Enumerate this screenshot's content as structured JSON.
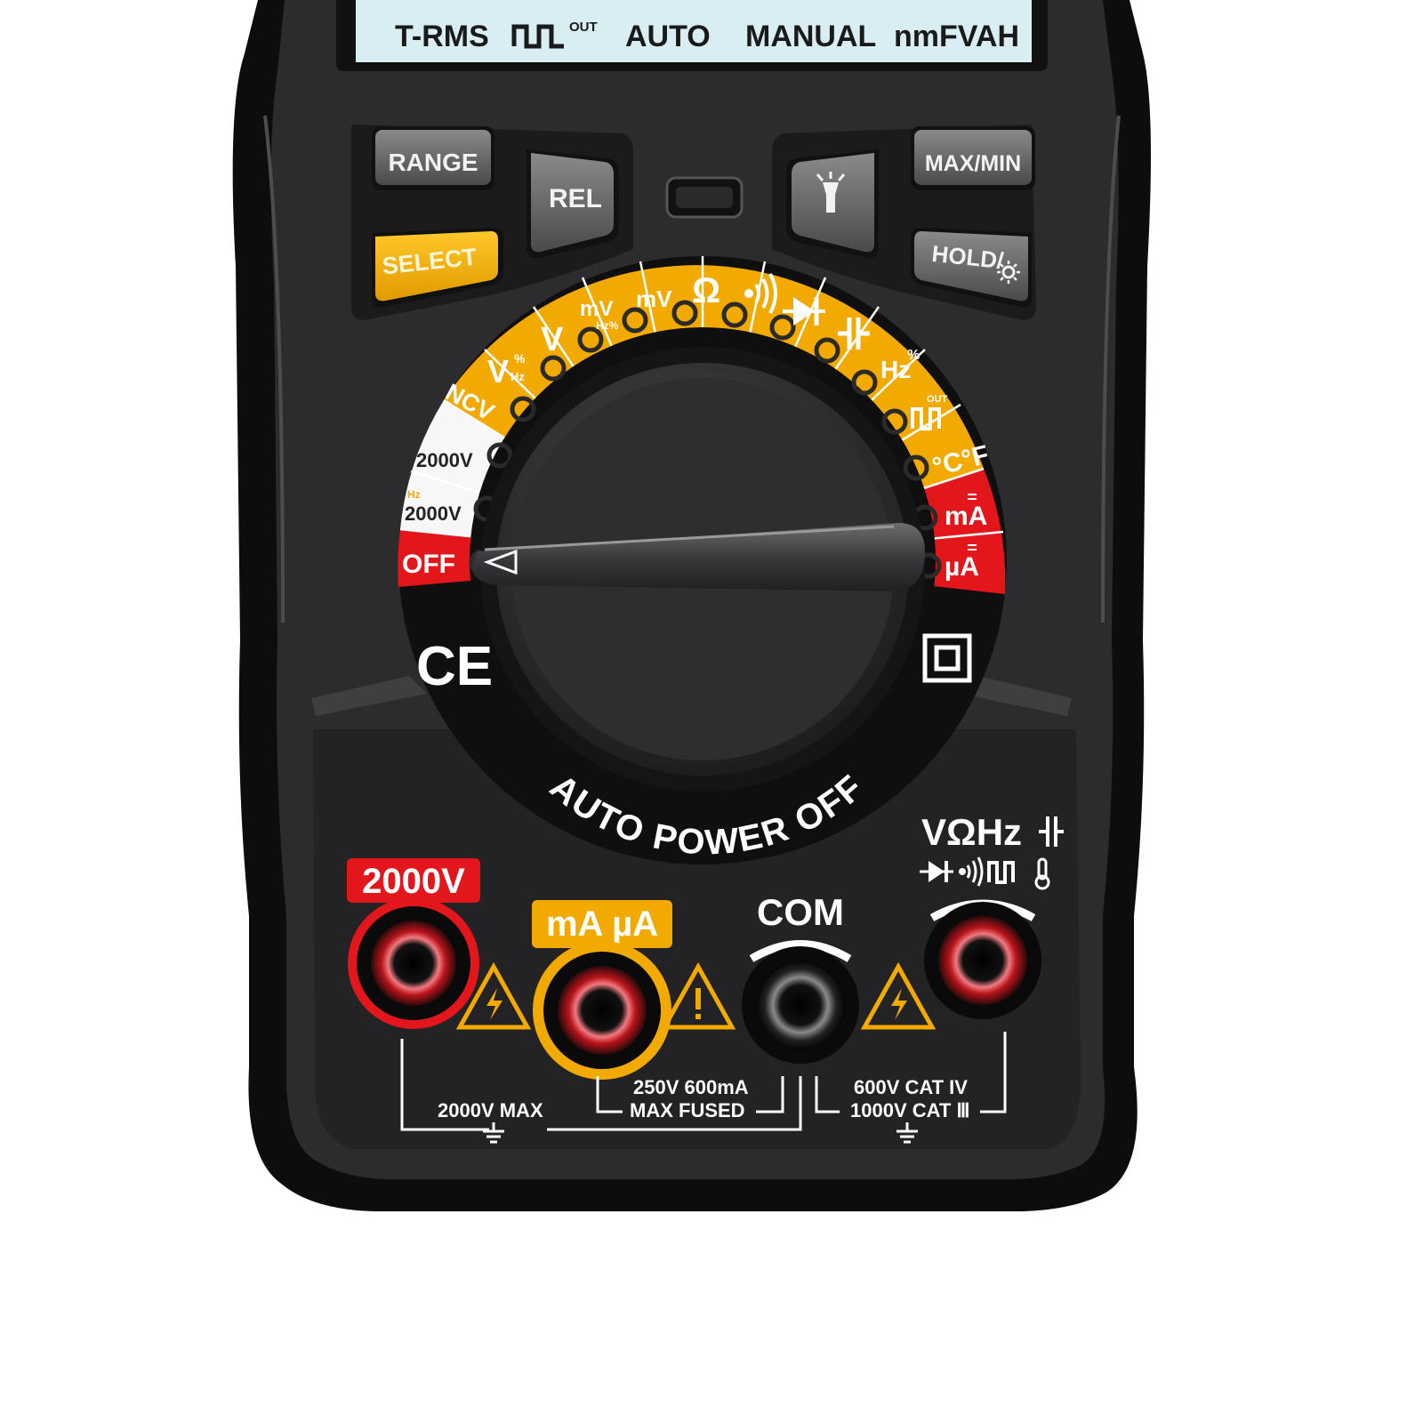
{
  "lcd": {
    "trms": "T-RMS",
    "out": "OUT",
    "auto": "AUTO",
    "manual": "MANUAL",
    "units": "nmFVAH"
  },
  "buttons": {
    "range": "RANGE",
    "rel": "REL",
    "select": "SELECT",
    "maxmin": "MAX/MIN",
    "hold": "HOLD/"
  },
  "dial": {
    "ncv": "NCV",
    "v_ac_hz_pct": "V",
    "hz_small": "Hz",
    "pct_small": "%",
    "v_dc": "V",
    "mv_ac": "mV",
    "mv_ac_sub": "Hz%",
    "mv_dc": "mV",
    "ohm": "Ω",
    "hz": "Hz",
    "out_small": "OUT",
    "temp": "°C°F",
    "ma": "mA",
    "ua": "µA",
    "dc_2000v": "2000V",
    "ac_2000v": "2000V",
    "ac_2000v_hz": "Hz",
    "off": "OFF",
    "auto_power_off": "AUTO POWER OFF"
  },
  "marks": {
    "ce": "CE"
  },
  "terminals": {
    "v2000": "2000V",
    "ma_ua": "mA µA",
    "com": "COM",
    "right_line1": "VΩHz",
    "left_rating": "2000V MAX",
    "mid_rating_1": "250V 600mA",
    "mid_rating_2": "MAX FUSED",
    "right_rating_1": "600V CAT IV",
    "right_rating_2": "1000V CAT Ⅲ"
  },
  "colors": {
    "body": "#2b2b2d",
    "frame": "#0e0e0f",
    "lcd": "#d9eef2",
    "orange": "#f2a900",
    "red": "#e3161b",
    "select": "#f7b600"
  }
}
